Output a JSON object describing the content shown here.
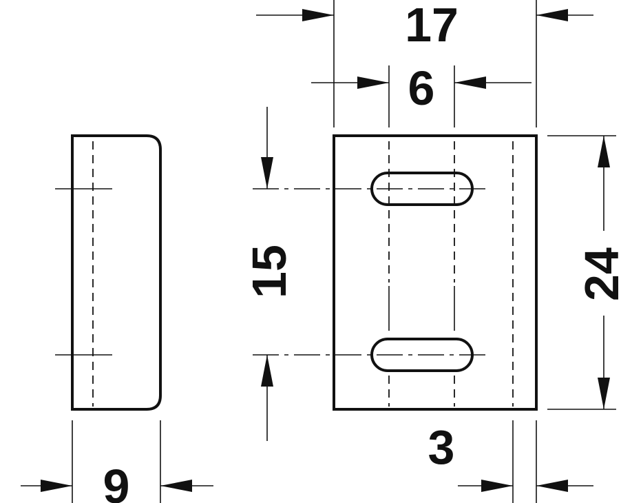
{
  "dimensions": {
    "side_width": "9",
    "total_width": "17",
    "slot_length": "6",
    "hole_spacing": "15",
    "height": "24",
    "edge_offset": "3"
  },
  "colors": {
    "line": "#111111",
    "background": "#ffffff"
  }
}
